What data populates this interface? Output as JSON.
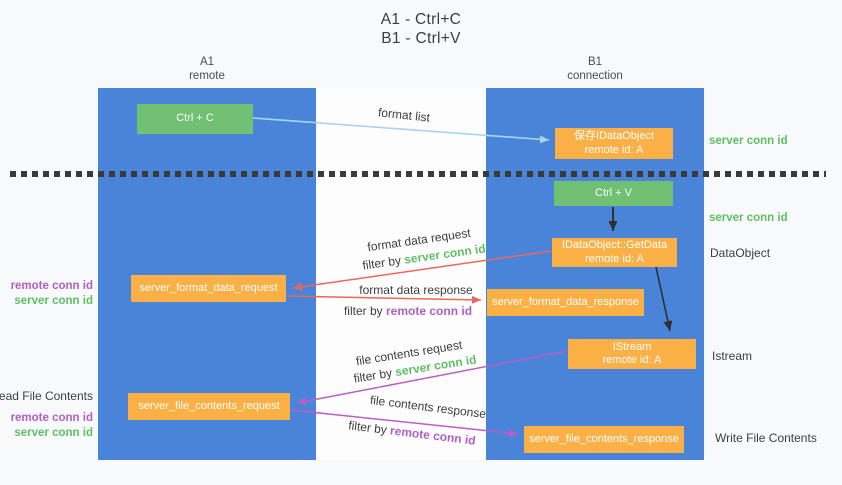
{
  "title": {
    "line1": "A1 - Ctrl+C",
    "line2": "B1 - Ctrl+V"
  },
  "columns": {
    "left": {
      "name": "A1",
      "role": "remote"
    },
    "right": {
      "name": "B1",
      "role": "connection"
    }
  },
  "boxes": {
    "ctrl_c": {
      "label": "Ctrl + C"
    },
    "ctrl_v": {
      "label": "Ctrl + V"
    },
    "save_idataobject": {
      "line1": "保存IDataObject",
      "line2": "remote id: A"
    },
    "idataobject_getdata": {
      "line1": "IDataObject::GetData",
      "line2": "remote id: A"
    },
    "istream": {
      "line1": "IStream",
      "line2": "remote id: A"
    },
    "server_format_data_request": {
      "label": "server_format_data_request"
    },
    "server_format_data_response": {
      "label": "server_format_data_response"
    },
    "server_file_contents_request": {
      "label": "server_file_contents_request"
    },
    "server_file_contents_response": {
      "label": "server_file_contents_response"
    }
  },
  "arrow_labels": {
    "format_list": "format list",
    "format_data_request": "format data request",
    "format_data_response": "format data response",
    "file_contents_request": "file contents request",
    "file_contents_response": "file contents response",
    "filter_by": "filter by",
    "server_conn_id": "server conn id",
    "remote_conn_id": "remote conn id"
  },
  "side_labels": {
    "left": {
      "remote_conn_id": "remote conn id",
      "server_conn_id": "server conn id",
      "read_file_contents": "Read File Contents",
      "remote_conn_id_2": "remote conn id",
      "server_conn_id_2": "server conn id"
    },
    "right": {
      "server_conn_id_top": "server conn id",
      "server_conn_id_mid": "server conn id",
      "dataobject": "DataObject",
      "istream": "Istream",
      "write_file_contents": "Write File Contents"
    }
  },
  "colors": {
    "panel-blue": "#4a84d8",
    "box-green": "#72c073",
    "box-orange": "#fbb046",
    "arrow-lightblue": "#a8d4f2",
    "arrow-red": "#ed665c",
    "arrow-magenta": "#bb5ec6",
    "arrow-black": "#2f2f2f",
    "text-green": "#5fbf63",
    "text-purple": "#b05fc4",
    "text-dark": "#3e3e3e",
    "dash": "#3a3a3a",
    "bg": "#f8f9fb"
  }
}
